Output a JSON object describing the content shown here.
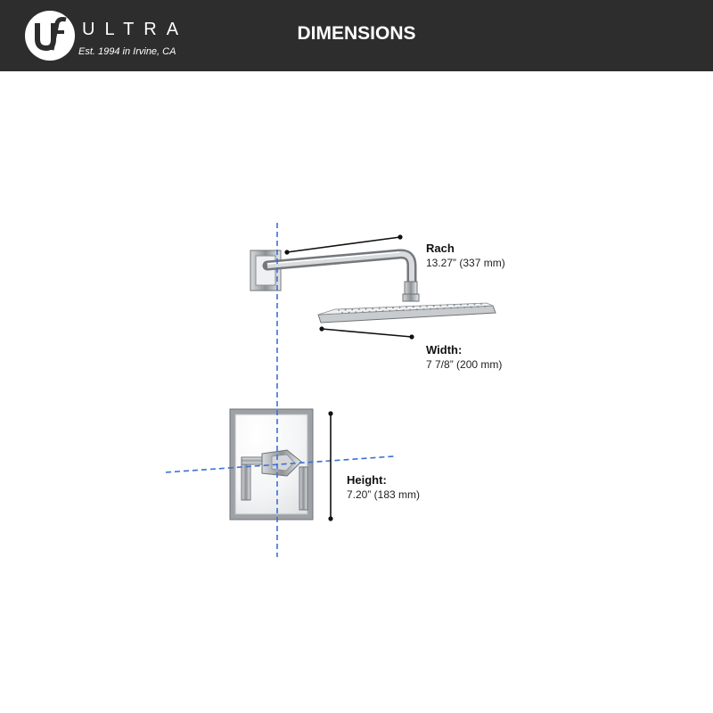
{
  "header": {
    "logo_icon": "ultra-logo-icon",
    "brand": "ULTRA",
    "tagline": "Est. 1994 in Irvine, CA",
    "title": "DIMENSIONS",
    "background": "#2d2d2d"
  },
  "dimensions": {
    "reach": {
      "label": "Rach",
      "value": "13.27” (337 mm)"
    },
    "width": {
      "label": "Width:",
      "value": "7 7/8” (200 mm)"
    },
    "height": {
      "label": "Height:",
      "value": "7.20” (183 mm)"
    }
  },
  "colors": {
    "guide_line": "#3a6fd8",
    "dimension_line": "#111111",
    "chrome": "#b8bcc0"
  }
}
